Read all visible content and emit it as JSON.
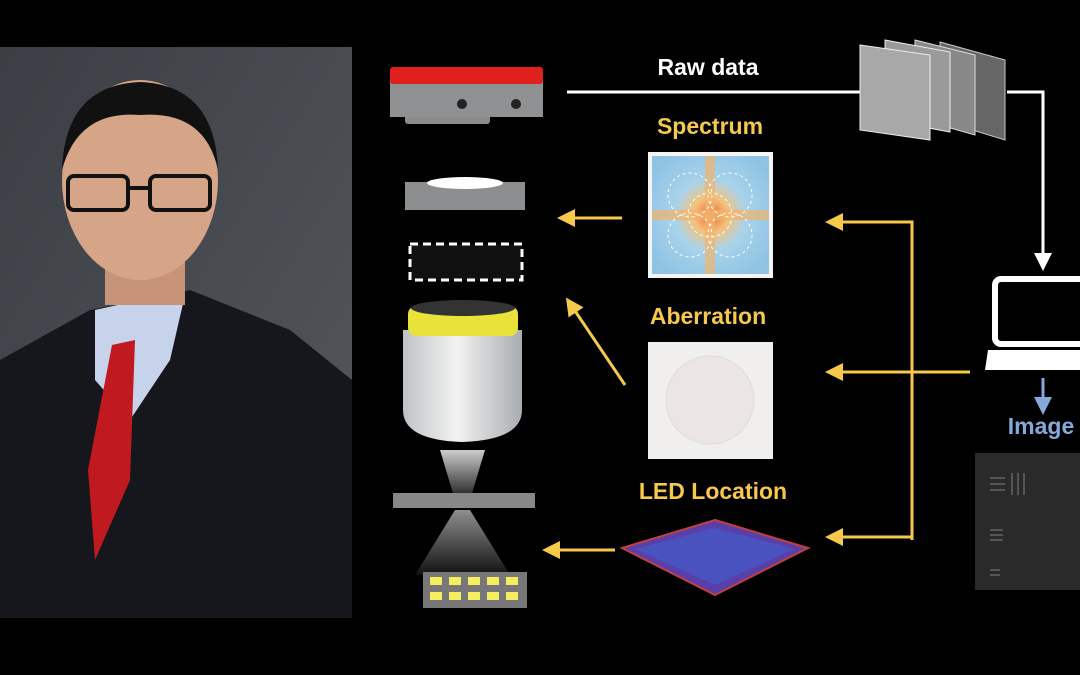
{
  "labels": {
    "raw_data": "Raw data",
    "spectrum": "Spectrum",
    "aberration": "Aberration",
    "led_location": "LED Location",
    "image": "Image"
  },
  "colors": {
    "background": "#000000",
    "accent_yellow": "#f6c94b",
    "image_blue": "#86a9dc",
    "camera_red": "#e0201c",
    "objective_ring": "#e8e23a"
  }
}
